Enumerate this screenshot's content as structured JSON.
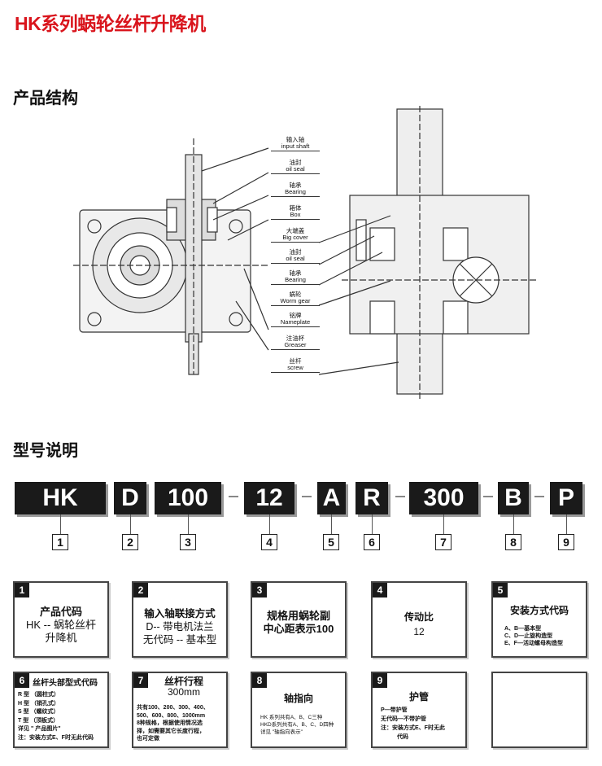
{
  "title": "HK系列蜗轮丝杆升降机",
  "section_structure": "产品结构",
  "section_model": "型号说明",
  "labels": [
    {
      "cn": "输入轴",
      "en": "input shaft"
    },
    {
      "cn": "油封",
      "en": "oil seal"
    },
    {
      "cn": "轴承",
      "en": "Bearing"
    },
    {
      "cn": "箱体",
      "en": "Box"
    },
    {
      "cn": "大端盖",
      "en": "Big cover"
    },
    {
      "cn": "油封",
      "en": "oil seal"
    },
    {
      "cn": "轴承",
      "en": "Bearing"
    },
    {
      "cn": "蜗轮",
      "en": "Worm gear"
    },
    {
      "cn": "铭牌",
      "en": "Nameplate"
    },
    {
      "cn": "注油杯",
      "en": "Greaser"
    },
    {
      "cn": "丝杆",
      "en": "screw"
    }
  ],
  "codes": [
    "HK",
    "D",
    "100",
    "12",
    "A",
    "R",
    "300",
    "B",
    "P"
  ],
  "numbers": [
    "1",
    "2",
    "3",
    "4",
    "5",
    "6",
    "7",
    "8",
    "9"
  ],
  "boxes": [
    {
      "n": "1",
      "lines": [
        "产品代码",
        "HK -- 蜗轮丝杆",
        "升降机"
      ]
    },
    {
      "n": "2",
      "lines": [
        "输入轴联接方式",
        "D-- 带电机法兰",
        "无代码 -- 基本型"
      ]
    },
    {
      "n": "3",
      "lines": [
        "规格用蜗轮副",
        "中心距表示100"
      ]
    },
    {
      "n": "4",
      "lines": [
        "传动比",
        "12"
      ]
    },
    {
      "n": "5",
      "title": "安装方式代码",
      "lines": [
        "A、B—基本型",
        "C、D—止旋构造型",
        "E、F—活动螺母构造型"
      ]
    },
    {
      "n": "6",
      "title": "丝杆头部型式代码",
      "lines": [
        "R 型 （圆柱式）",
        "H 型 （销孔式）",
        "S 型 （螺纹式）",
        "T 型 （顶板式）",
        "详见 \" 产品图片\"",
        "注：安装方式E、F时无此代码"
      ]
    },
    {
      "n": "7",
      "title": "丝杆行程",
      "sub": "300mm",
      "lines": [
        "共有100、200、300、400、",
        "500、600、800、1000mm",
        "8种规格，根据使用情况选",
        "择，如需要其它长度行程，",
        "也可定做"
      ]
    },
    {
      "n": "8",
      "title": "轴指向",
      "lines": [
        "HK 系列共有A、B、C三种",
        "HKD系列共有A、B、C、D四种",
        "详见 \"轴指向表示\""
      ]
    },
    {
      "n": "9",
      "title": "护管",
      "lines": [
        "P—带护管",
        "无代码—不带护管",
        "注：安装方式E、F时无此",
        "代码"
      ]
    }
  ],
  "colors": {
    "title": "#d9141c",
    "dark": "#1a1a1a"
  }
}
